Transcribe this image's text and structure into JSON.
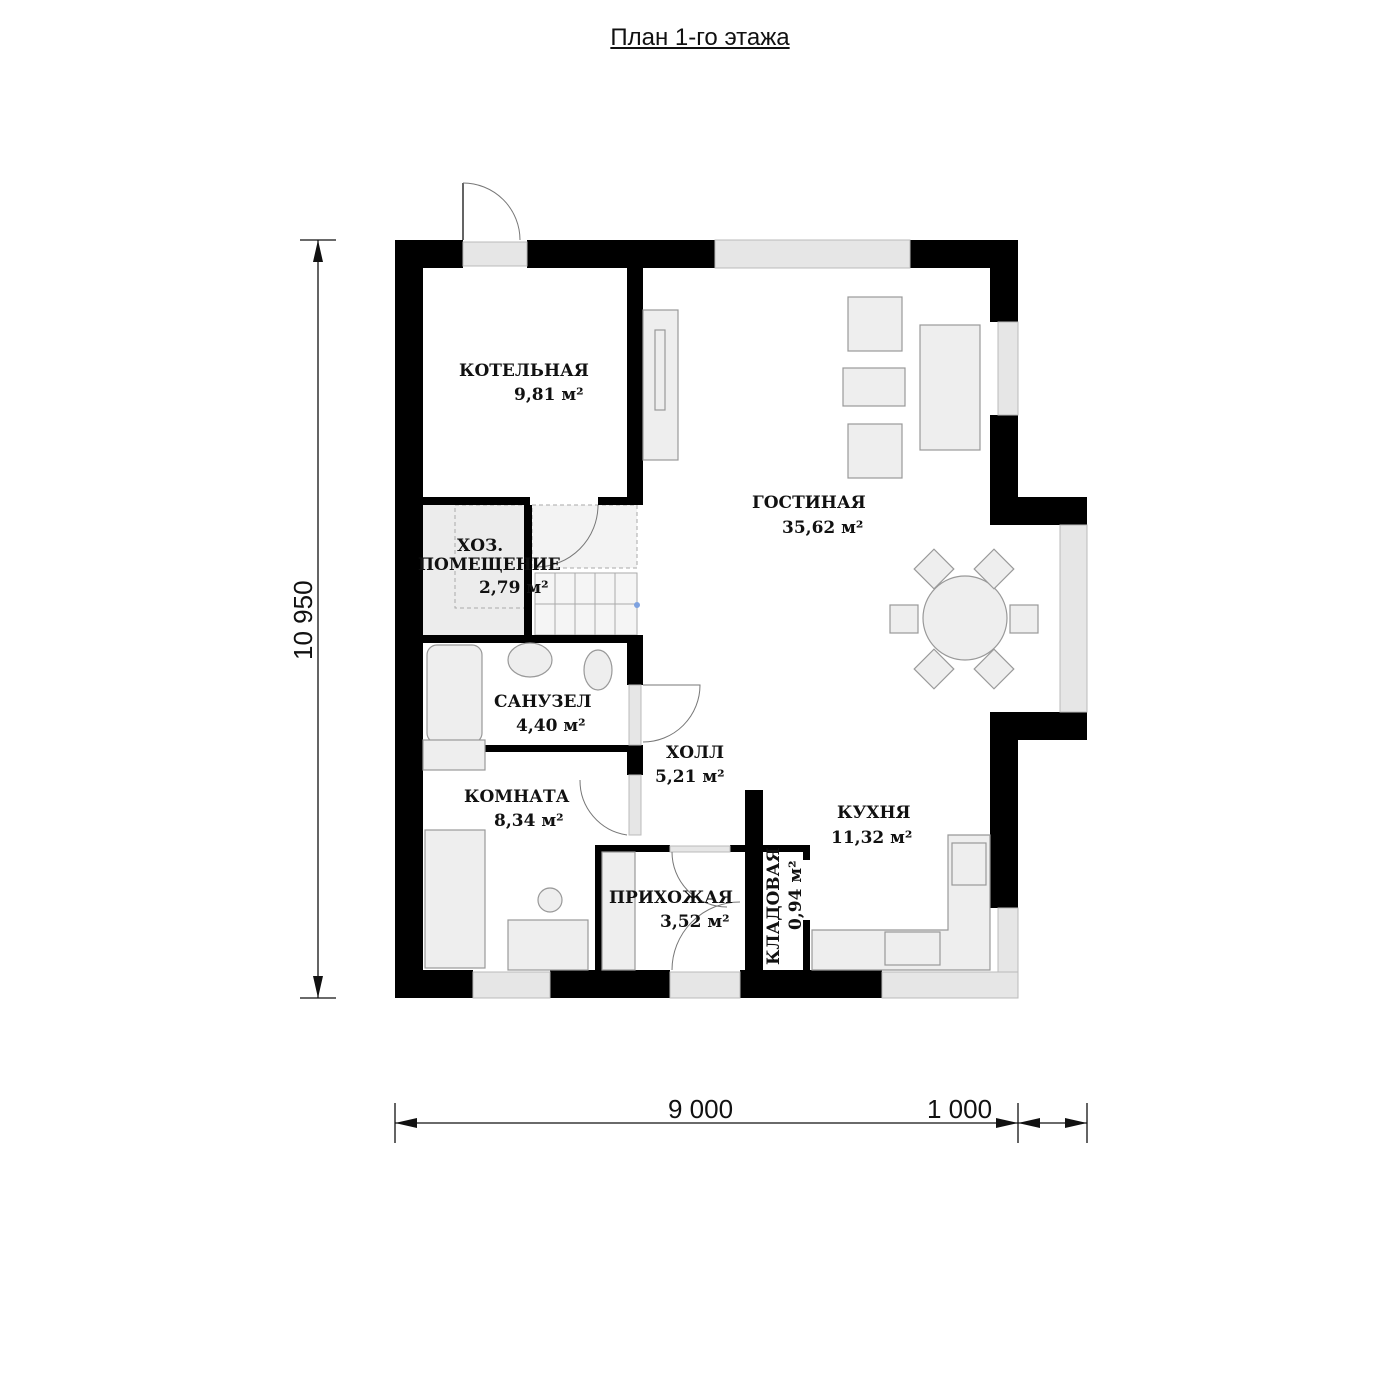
{
  "title": "План 1-го этажа",
  "rooms": [
    {
      "name": "КОТЕЛЬНАЯ",
      "area": "9,81 м²"
    },
    {
      "name": "ГОСТИНАЯ",
      "area": "35,62 м²"
    },
    {
      "name": "ХОЗ.",
      "name2": "ПОМЕЩЕНИЕ",
      "area": "2,79 м²"
    },
    {
      "name": "САНУЗЕЛ",
      "area": "4,40 м²"
    },
    {
      "name": "ХОЛЛ",
      "area": "5,21 м²"
    },
    {
      "name": "КОМНАТА",
      "area": "8,34 м²"
    },
    {
      "name": "КУХНЯ",
      "area": "11,32 м²"
    },
    {
      "name": "ПРИХОЖАЯ",
      "area": "3,52 м²"
    },
    {
      "name": "КЛАДОВАЯ",
      "area": "0,94 м²"
    }
  ],
  "dimensions": {
    "height": "10 950",
    "width_main": "9 000",
    "width_bay": "1 000"
  }
}
